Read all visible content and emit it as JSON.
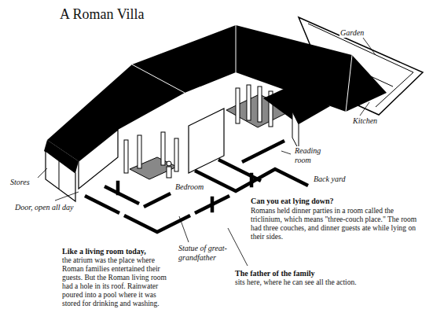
{
  "diagram": {
    "title": "A Roman Villa",
    "labels": [
      "Garden",
      "Kitchen",
      "Reading room",
      "Back yard",
      "Stores",
      "Door, open all day",
      "Bedroom",
      "Statue of great-grandfather",
      "Can you eat lying down?",
      "Romans held dinner parties in a room called the triclinium, which means \"three-couch place.\" The room had three couches, and dinner guests ate while lying on their sides.",
      "Like a living room today,",
      "the atrium was the place where Roman families entertained their guests. But the Roman living room had a hole in its roof. Rainwater poured into a pool where it was stored for drinking and washing.",
      "The father of the family",
      "sits here, where he can see all the action."
    ]
  }
}
